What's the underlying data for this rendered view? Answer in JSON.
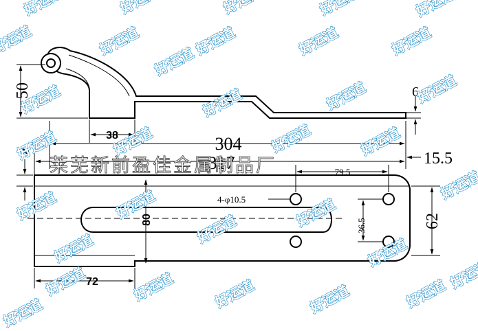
{
  "side_view": {
    "dim_height": "50",
    "dim_width": "38",
    "dim_thickness": "6"
  },
  "plan_view": {
    "dim_length_304": "304",
    "dim_length_317": "317",
    "dim_offset": "15.5",
    "dim_edge": "8",
    "dim_hole_spacing_x": "79.5",
    "dim_holes": "4-φ10.5",
    "dim_slot_width": "80",
    "dim_hole_spacing_y": "36.5",
    "dim_total_width": "62",
    "dim_tab": "72"
  },
  "company_name": "莱芜新前盈佳金属制品厂",
  "watermark_text": "好运道",
  "colors": {
    "watermark": "#1d8bc7",
    "line": "#000000",
    "background": "#ffffff"
  }
}
